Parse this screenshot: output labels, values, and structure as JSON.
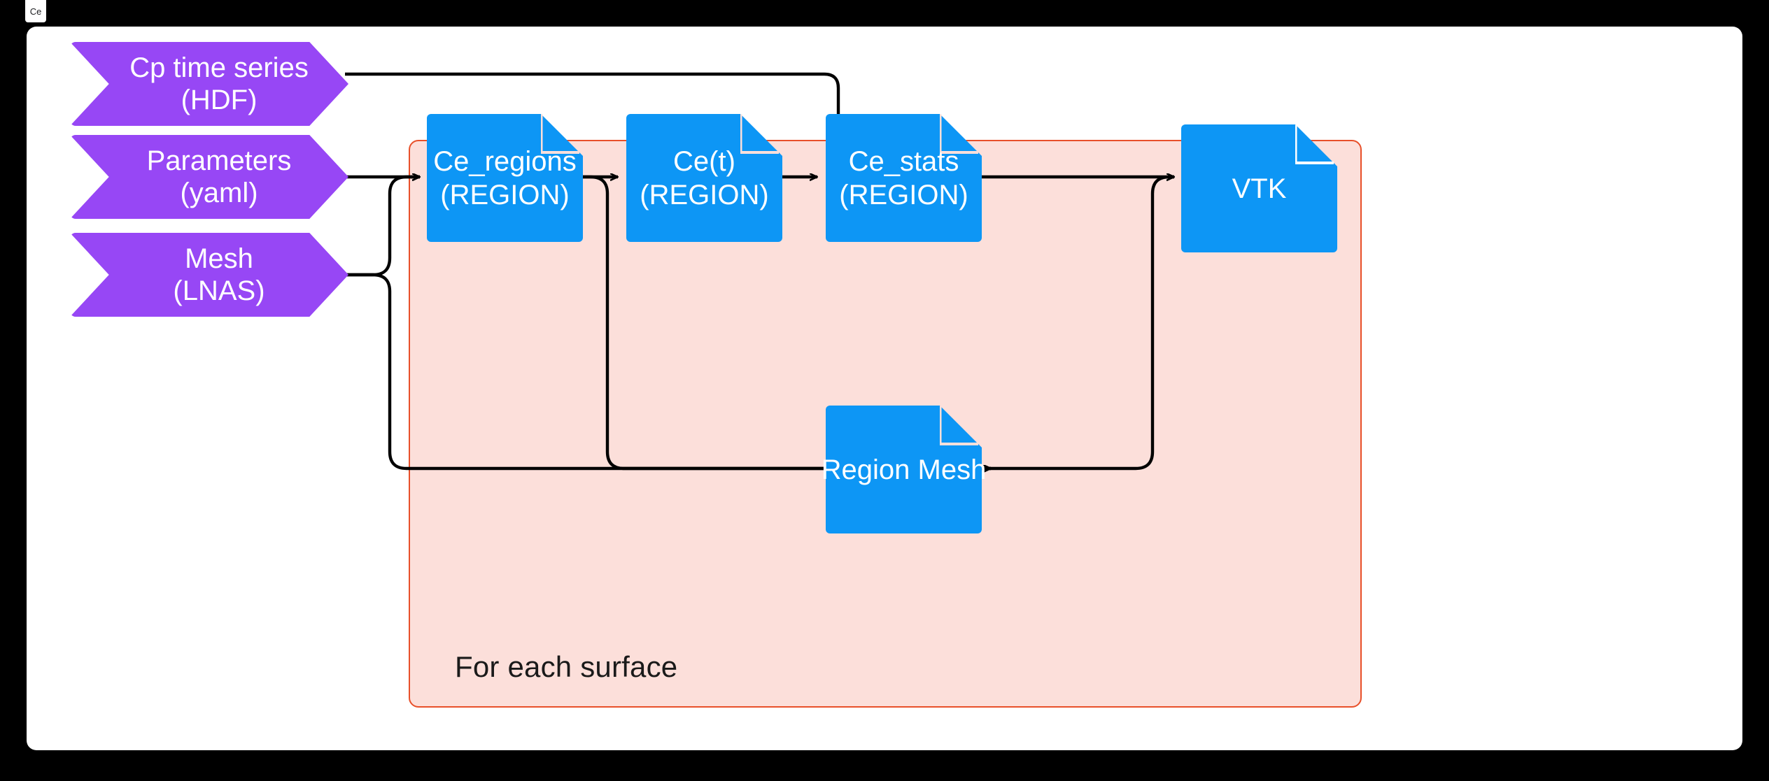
{
  "window": {
    "tab_label": "Ce",
    "canvas_background": "#ffffff",
    "page_background": "#000000"
  },
  "diagram": {
    "title": "Ce pipeline flowchart",
    "colors": {
      "input_chevron": "#9747f5",
      "document": "#0d96f5",
      "group_fill": "#fcdfda",
      "group_border": "#e8502a",
      "connector": "#000000",
      "text_on_shape": "#ffffff"
    },
    "group": {
      "label": "For each surface"
    },
    "inputs": [
      {
        "id": "cp-time-series",
        "line1": "Cp time series",
        "line2": "(HDF)"
      },
      {
        "id": "parameters",
        "line1": "Parameters",
        "line2": "(yaml)"
      },
      {
        "id": "mesh",
        "line1": "Mesh",
        "line2": "(LNAS)"
      }
    ],
    "nodes": [
      {
        "id": "ce-regions",
        "line1": "Ce_regions",
        "line2": "(REGION)"
      },
      {
        "id": "ce-t",
        "line1": "Ce(t)",
        "line2": "(REGION)"
      },
      {
        "id": "ce-stats",
        "line1": "Ce_stats",
        "line2": "(REGION)"
      },
      {
        "id": "region-mesh",
        "line1": "Region Mesh",
        "line2": ""
      },
      {
        "id": "vtk",
        "line1": "VTK",
        "line2": ""
      }
    ],
    "edges": [
      {
        "from": "cp-time-series",
        "to": "ce-t"
      },
      {
        "from": "parameters",
        "to": "ce-regions"
      },
      {
        "from": "mesh",
        "to": "ce-regions"
      },
      {
        "from": "mesh",
        "to": "region-mesh"
      },
      {
        "from": "ce-regions",
        "to": "ce-t"
      },
      {
        "from": "ce-regions",
        "to": "region-mesh"
      },
      {
        "from": "ce-t",
        "to": "ce-stats"
      },
      {
        "from": "ce-stats",
        "to": "vtk"
      },
      {
        "from": "region-mesh",
        "to": "vtk"
      }
    ]
  }
}
